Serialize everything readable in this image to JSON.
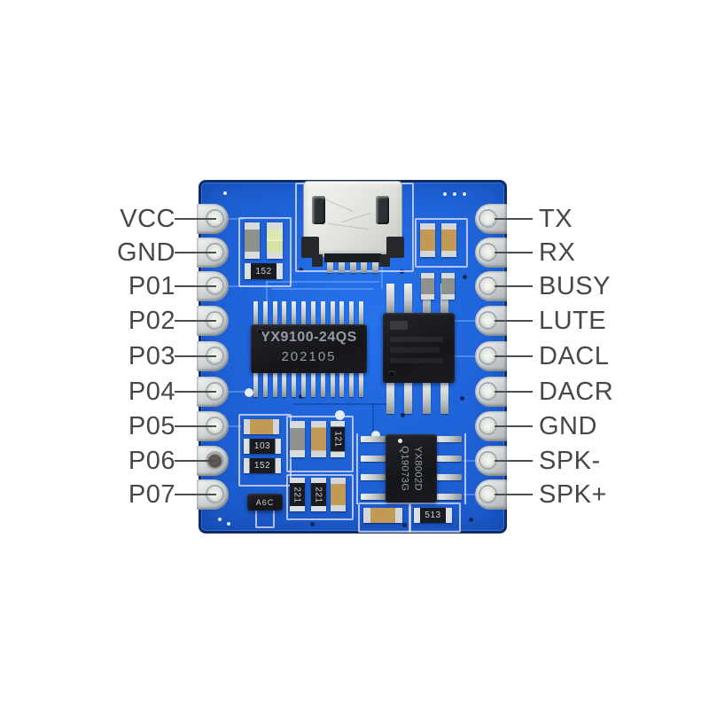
{
  "pins": {
    "left": [
      "VCC",
      "GND",
      "P01",
      "P02",
      "P03",
      "P04",
      "P05",
      "P06",
      "P07"
    ],
    "right": [
      "TX",
      "RX",
      "BUSY",
      "LUTE",
      "DACL",
      "DACR",
      "GND",
      "SPK-",
      "SPK+"
    ]
  },
  "chips": {
    "mcu": {
      "line1": "YX9100-24QS",
      "line2": "202105"
    },
    "amp": {
      "line1": "YX8002D",
      "line2": "Q19073G"
    }
  },
  "markings": {
    "r_usb_left": "152",
    "r_103": "103",
    "r_152": "152",
    "r_121": "121",
    "r_221_a": "221",
    "r_221_b": "221",
    "r_513": "513",
    "q1": "A6C"
  },
  "colors": {
    "board_blue": "#1f64da",
    "board_edge": "#0d2c6a",
    "label_gray": "#45474b",
    "silkscreen": "#ded cf6",
    "chip_black": "#17181d",
    "pad_silver": "#ccd1d3",
    "cap_tan": "#c39a55"
  }
}
